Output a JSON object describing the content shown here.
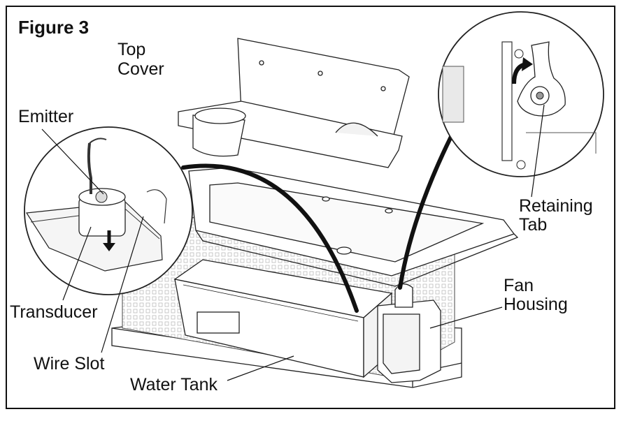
{
  "figure": {
    "title": "Figure 3"
  },
  "labels": {
    "top_cover": [
      "Top",
      "Cover"
    ],
    "emitter": "Emitter",
    "transducer": "Transducer",
    "wire_slot": "Wire Slot",
    "water_tank": "Water Tank",
    "retaining_tab": [
      "Retaining",
      "Tab"
    ],
    "fan_housing": [
      "Fan",
      "Housing"
    ]
  }
}
